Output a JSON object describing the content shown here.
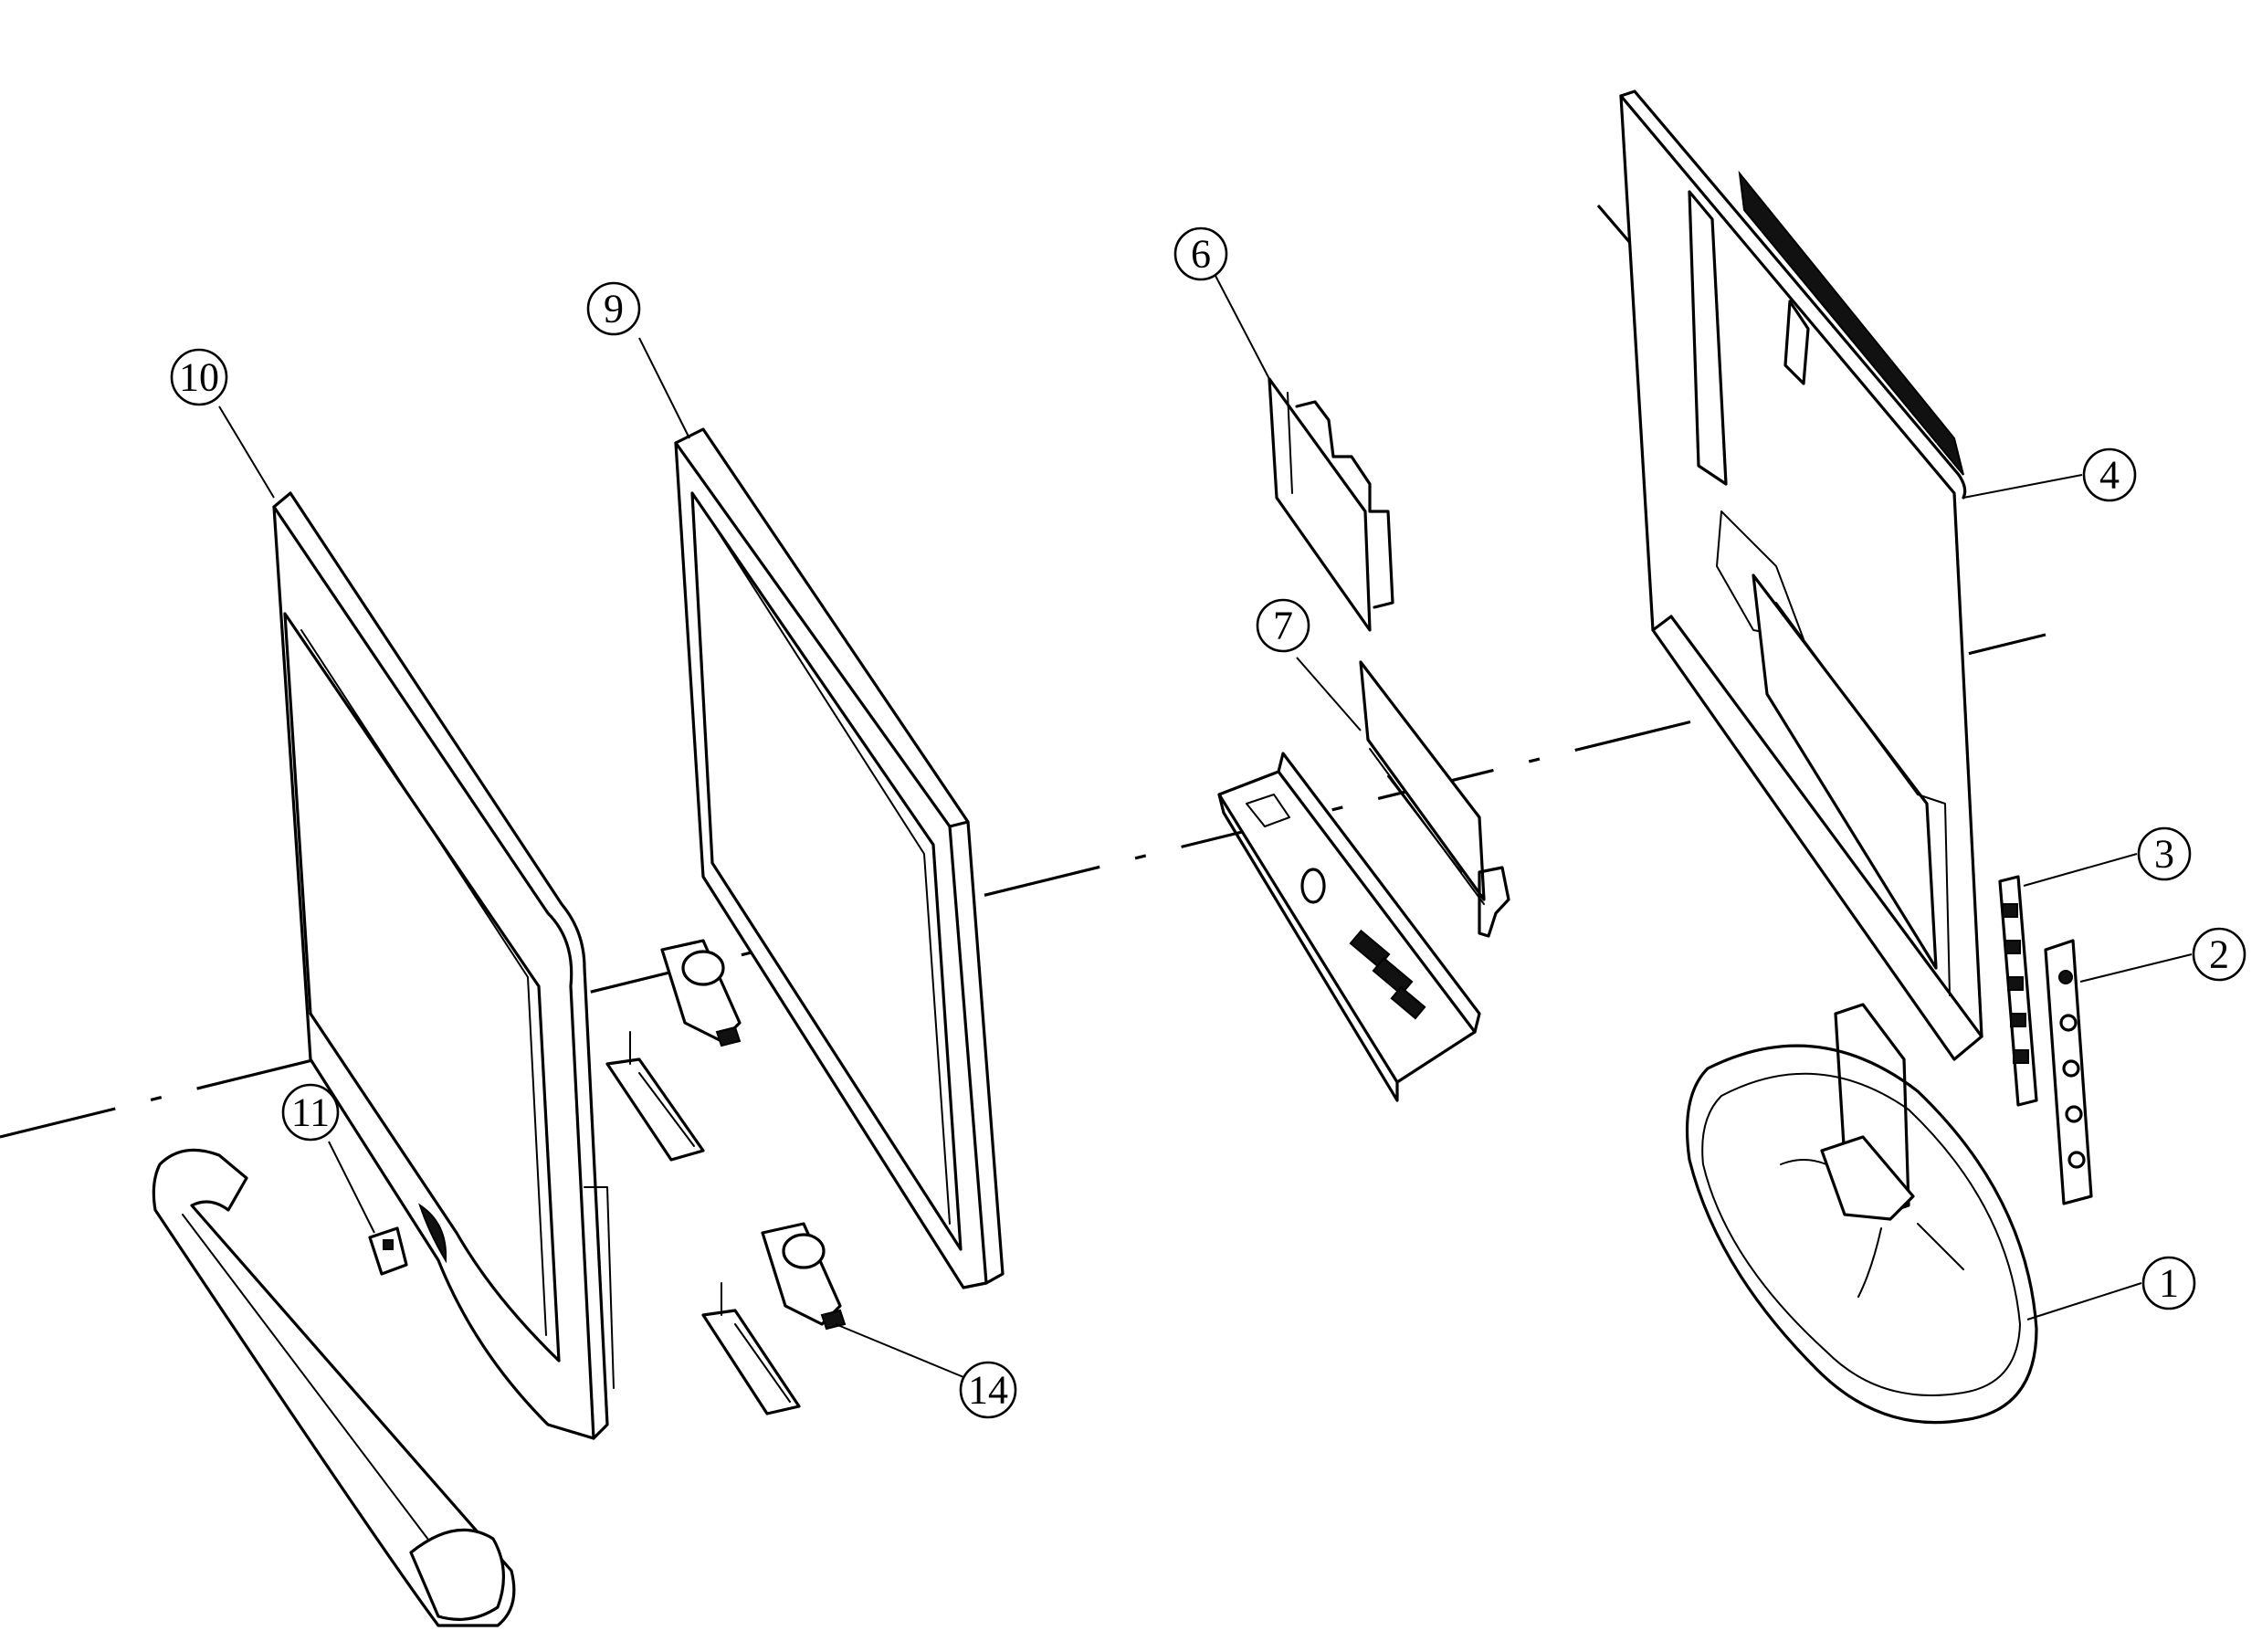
{
  "diagram": {
    "callouts": [
      {
        "id": "1",
        "text": "1"
      },
      {
        "id": "2",
        "text": "2"
      },
      {
        "id": "3",
        "text": "3"
      },
      {
        "id": "4",
        "text": "4"
      },
      {
        "id": "6",
        "text": "6"
      },
      {
        "id": "7",
        "text": "7"
      },
      {
        "id": "9",
        "text": "9"
      },
      {
        "id": "10",
        "text": "10"
      },
      {
        "id": "11",
        "text": "11"
      },
      {
        "id": "14",
        "text": "14"
      }
    ]
  }
}
